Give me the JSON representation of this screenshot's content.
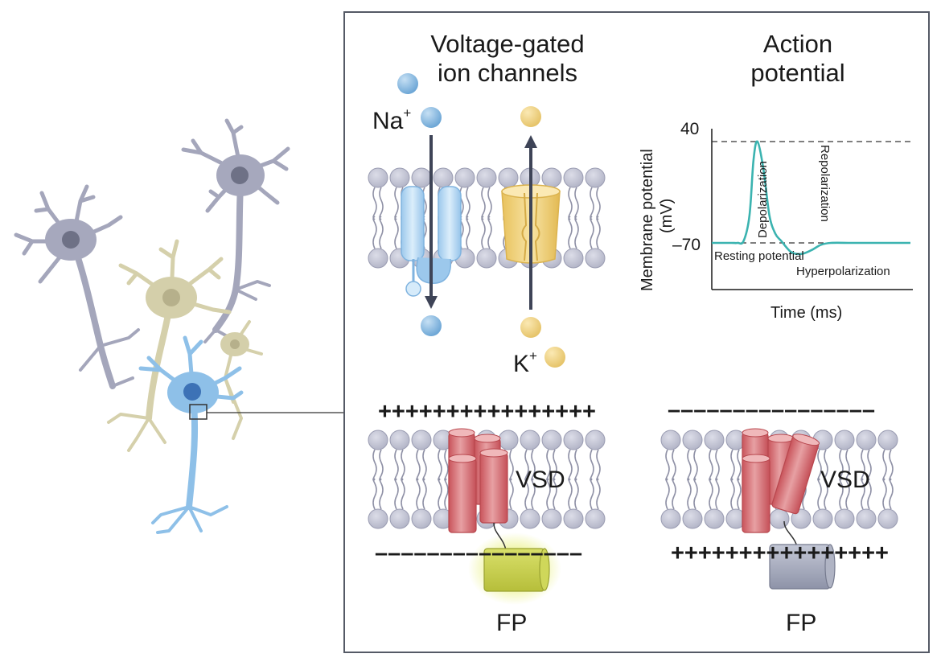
{
  "panel": {
    "channels_title_line1": "Voltage-gated",
    "channels_title_line2": "ion channels",
    "ap_title_line1": "Action",
    "ap_title_line2": "potential",
    "na_label": "Na",
    "na_sup": "+",
    "k_label": "K",
    "k_sup": "+"
  },
  "sensor_depolarized": {
    "top_charges": "++++++++++++++++",
    "bottom_charges": "––––––––––––––––",
    "vsd_label": "VSD",
    "fp_label": "FP"
  },
  "sensor_resting": {
    "top_charges": "––––––––––––––––",
    "bottom_charges": "++++++++++++++++",
    "vsd_label": "VSD",
    "fp_label": "FP"
  },
  "chart_data": {
    "type": "line",
    "xlabel": "Time (ms)",
    "ylabel_line1": "Membrane potential",
    "ylabel_line2": "(mV)",
    "yticks": [
      "40",
      "–70"
    ],
    "ytick_values": [
      40,
      -70
    ],
    "annotations": {
      "depolarization": "Depolarization",
      "repolarization": "Repolarization",
      "resting": "Resting potential",
      "hyperpolarization": "Hyperpolarization"
    },
    "series": [
      {
        "x": [
          0,
          5,
          10,
          13,
          16,
          19,
          21,
          23,
          26,
          29,
          32,
          35,
          40,
          45,
          50,
          55,
          60,
          70,
          80,
          100
        ],
        "y": [
          -70,
          -70,
          -70,
          -70,
          -68,
          -40,
          20,
          40,
          10,
          -40,
          -60,
          -68,
          -80,
          -82,
          -78,
          -72,
          -70,
          -70,
          -70,
          -70
        ]
      }
    ],
    "color": "#3bb3b0"
  },
  "colors": {
    "na_ion": "#8ab9e0",
    "k_ion": "#f0d080",
    "vsd": "#d9696e",
    "fp_bright": "#c8d24a",
    "fp_dim": "#a3a8ba",
    "neuron_gray": "#a6a8bd",
    "neuron_tan": "#d4cfaa",
    "neuron_blue": "#8ec0e8"
  }
}
